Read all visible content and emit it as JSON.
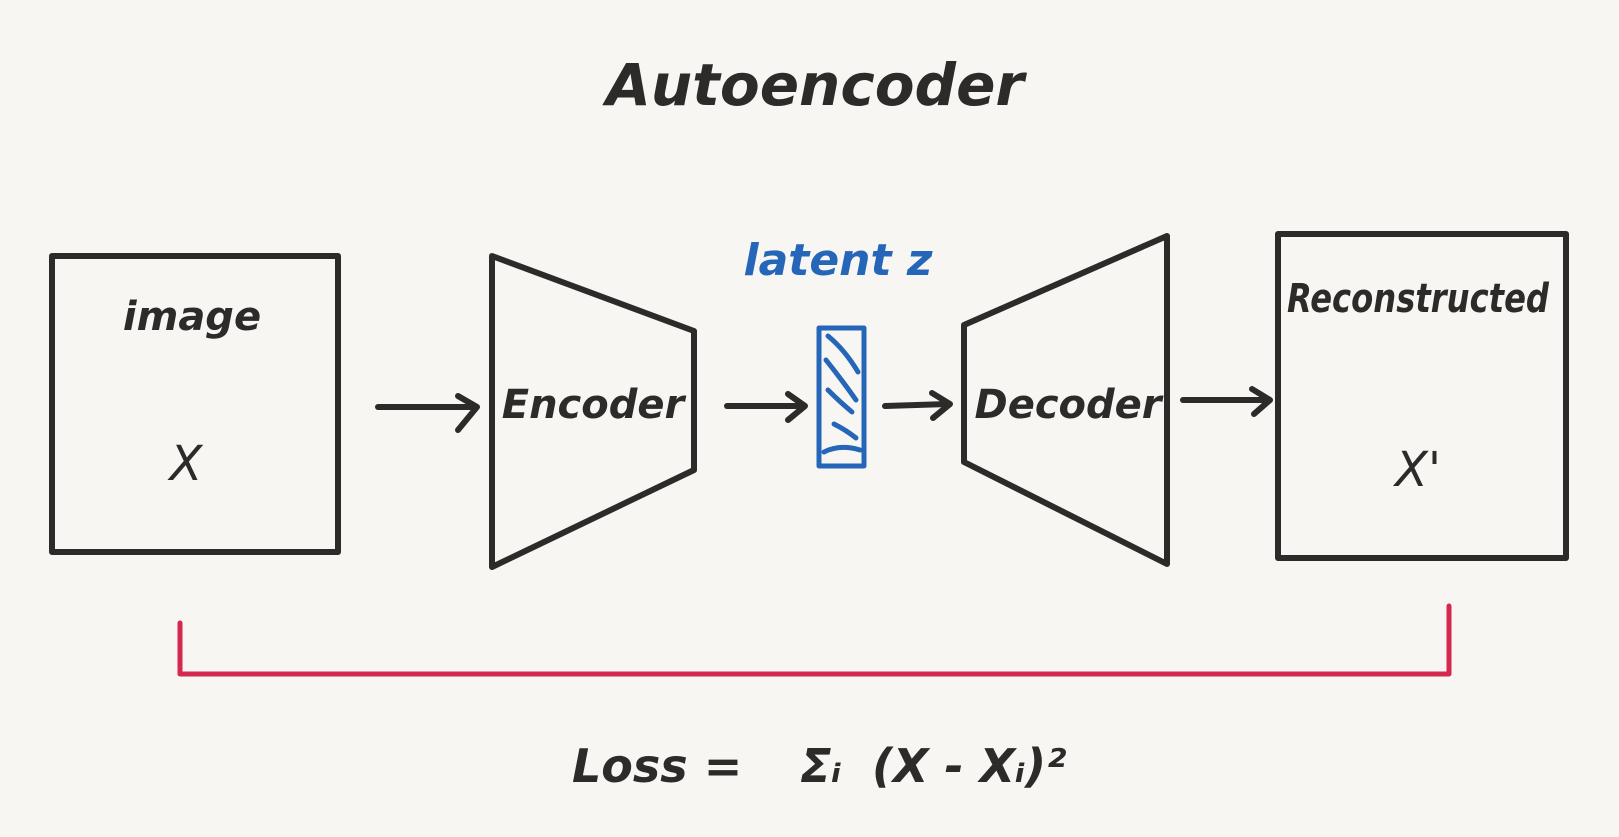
{
  "title": "Autoencoder",
  "input_box": {
    "label": "image",
    "variable": "X"
  },
  "encoder": {
    "label": "Encoder"
  },
  "latent": {
    "label": "latent z"
  },
  "decoder": {
    "label": "Decoder"
  },
  "output_box": {
    "label": "Reconstructed",
    "variable": "X'"
  },
  "loss": {
    "prefix": "Loss =",
    "sum_symbol": "Σᵢ",
    "expression": "(X - Xᵢ)²"
  },
  "colors": {
    "ink": "#2c2b2a",
    "latent": "#2566b8",
    "loss_bracket": "#d4284c",
    "background": "#f7f6f3"
  }
}
